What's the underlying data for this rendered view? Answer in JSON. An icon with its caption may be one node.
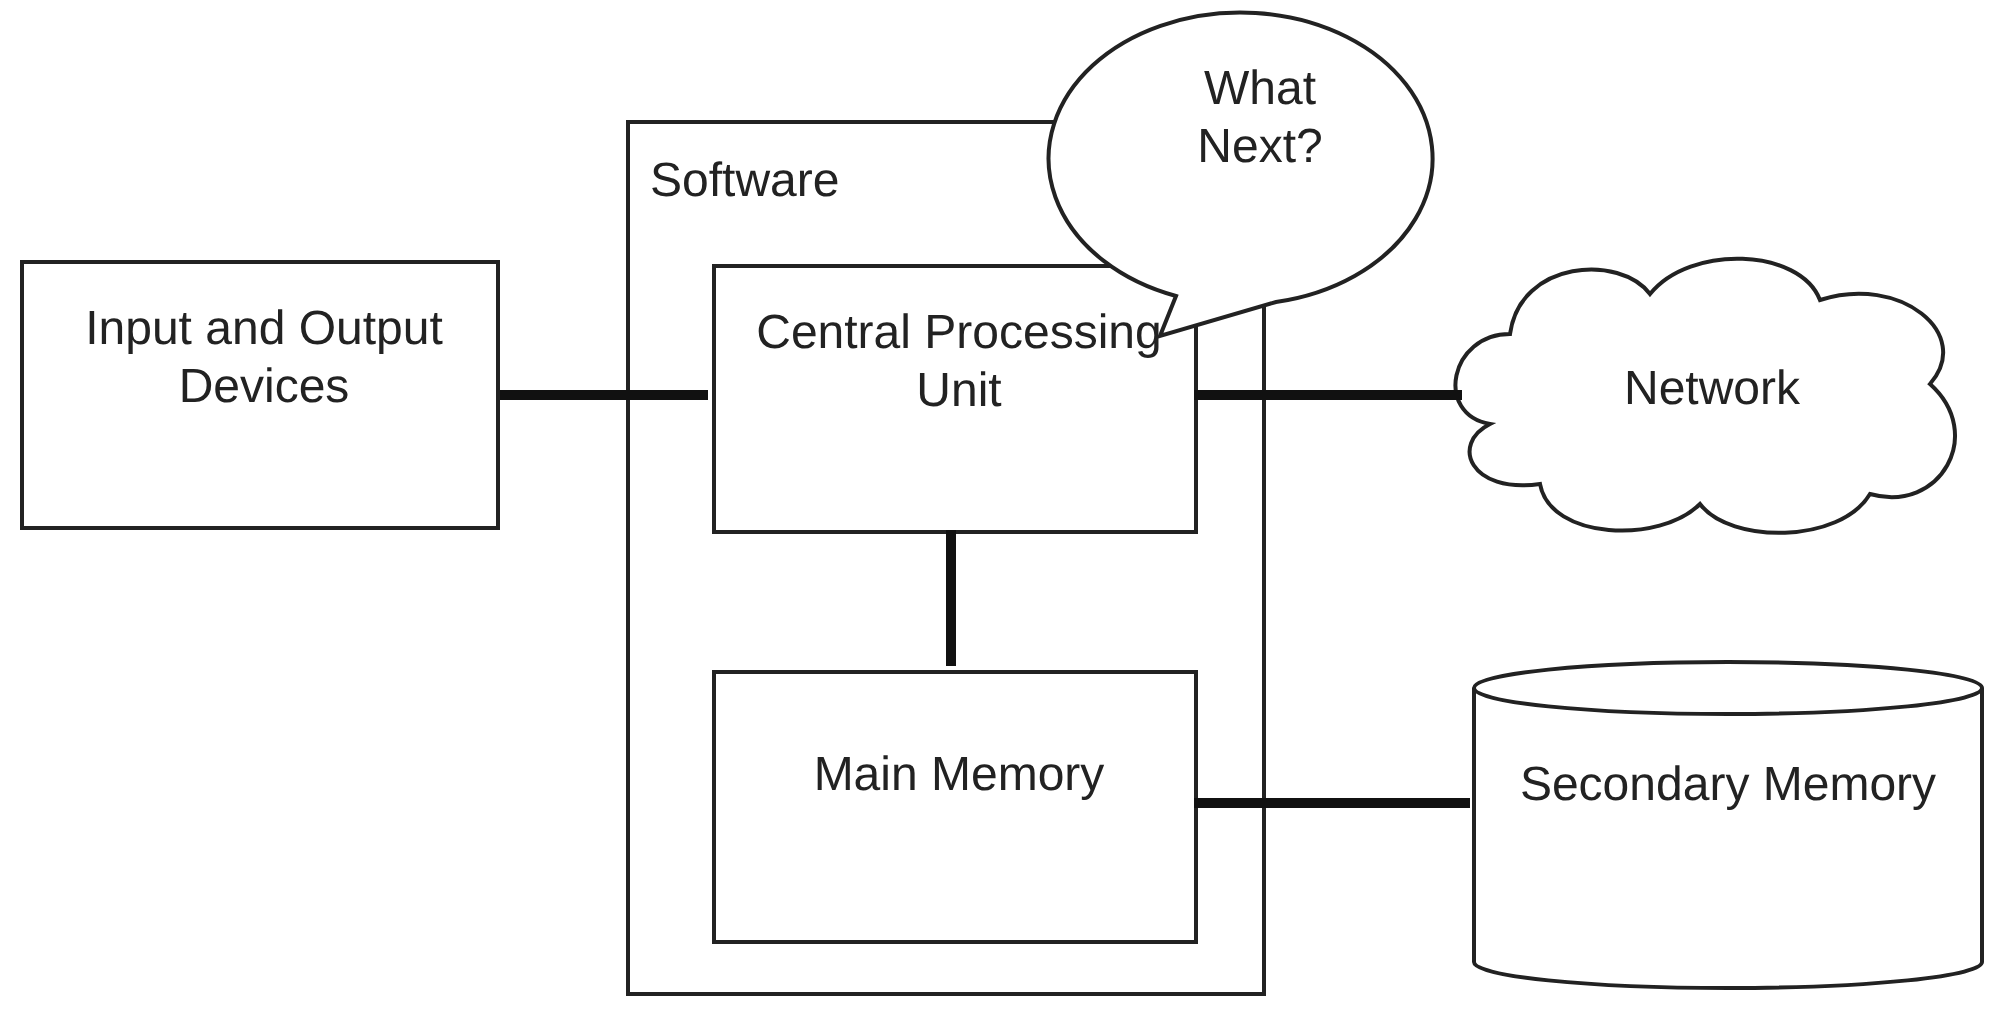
{
  "diagram": {
    "nodes": [
      {
        "text": [
          "Input and Output Devices"
        ]
      },
      {
        "text": [
          "Software"
        ]
      },
      {
        "text": [
          "Central Processing Unit"
        ],
        "in": 1
      },
      {
        "text": [
          "Main Memory"
        ],
        "in": 1
      },
      {
        "text": [
          "What Next?"
        ]
      },
      {
        "text": [
          "Network"
        ]
      },
      {
        "text": [
          "Secondary Memory"
        ]
      }
    ],
    "edges": [
      {
        "from": 0,
        "to": 2,
        "arrow": "none"
      },
      {
        "from": 2,
        "to": 5,
        "arrow": "none"
      },
      {
        "from": 2,
        "to": 3,
        "arrow": "none"
      },
      {
        "from": 3,
        "to": 6,
        "arrow": "none"
      }
    ]
  }
}
